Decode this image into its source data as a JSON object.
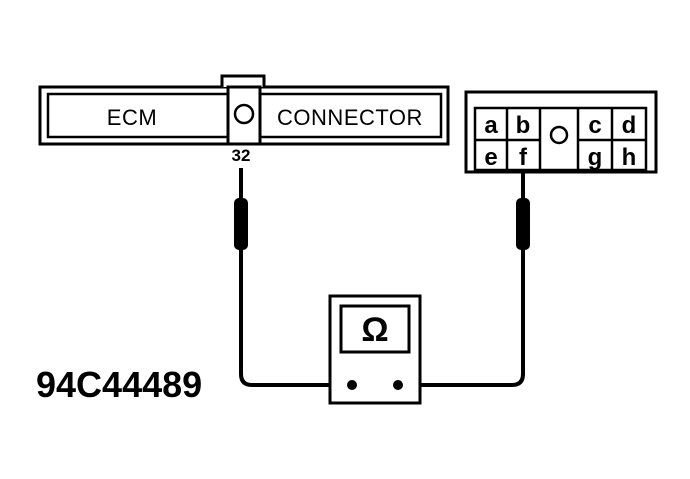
{
  "ecm_connector": {
    "left_label": "ECM",
    "right_label": "CONNECTOR",
    "pin_label": "32"
  },
  "right_connector": {
    "top_row": [
      "a",
      "b",
      "c",
      "d"
    ],
    "bottom_row": [
      "e",
      "f",
      "g",
      "h"
    ]
  },
  "ohmmeter": {
    "symbol": "Ω"
  },
  "figure_id": "94C44489",
  "colors": {
    "line": "#000000",
    "background": "#ffffff"
  }
}
